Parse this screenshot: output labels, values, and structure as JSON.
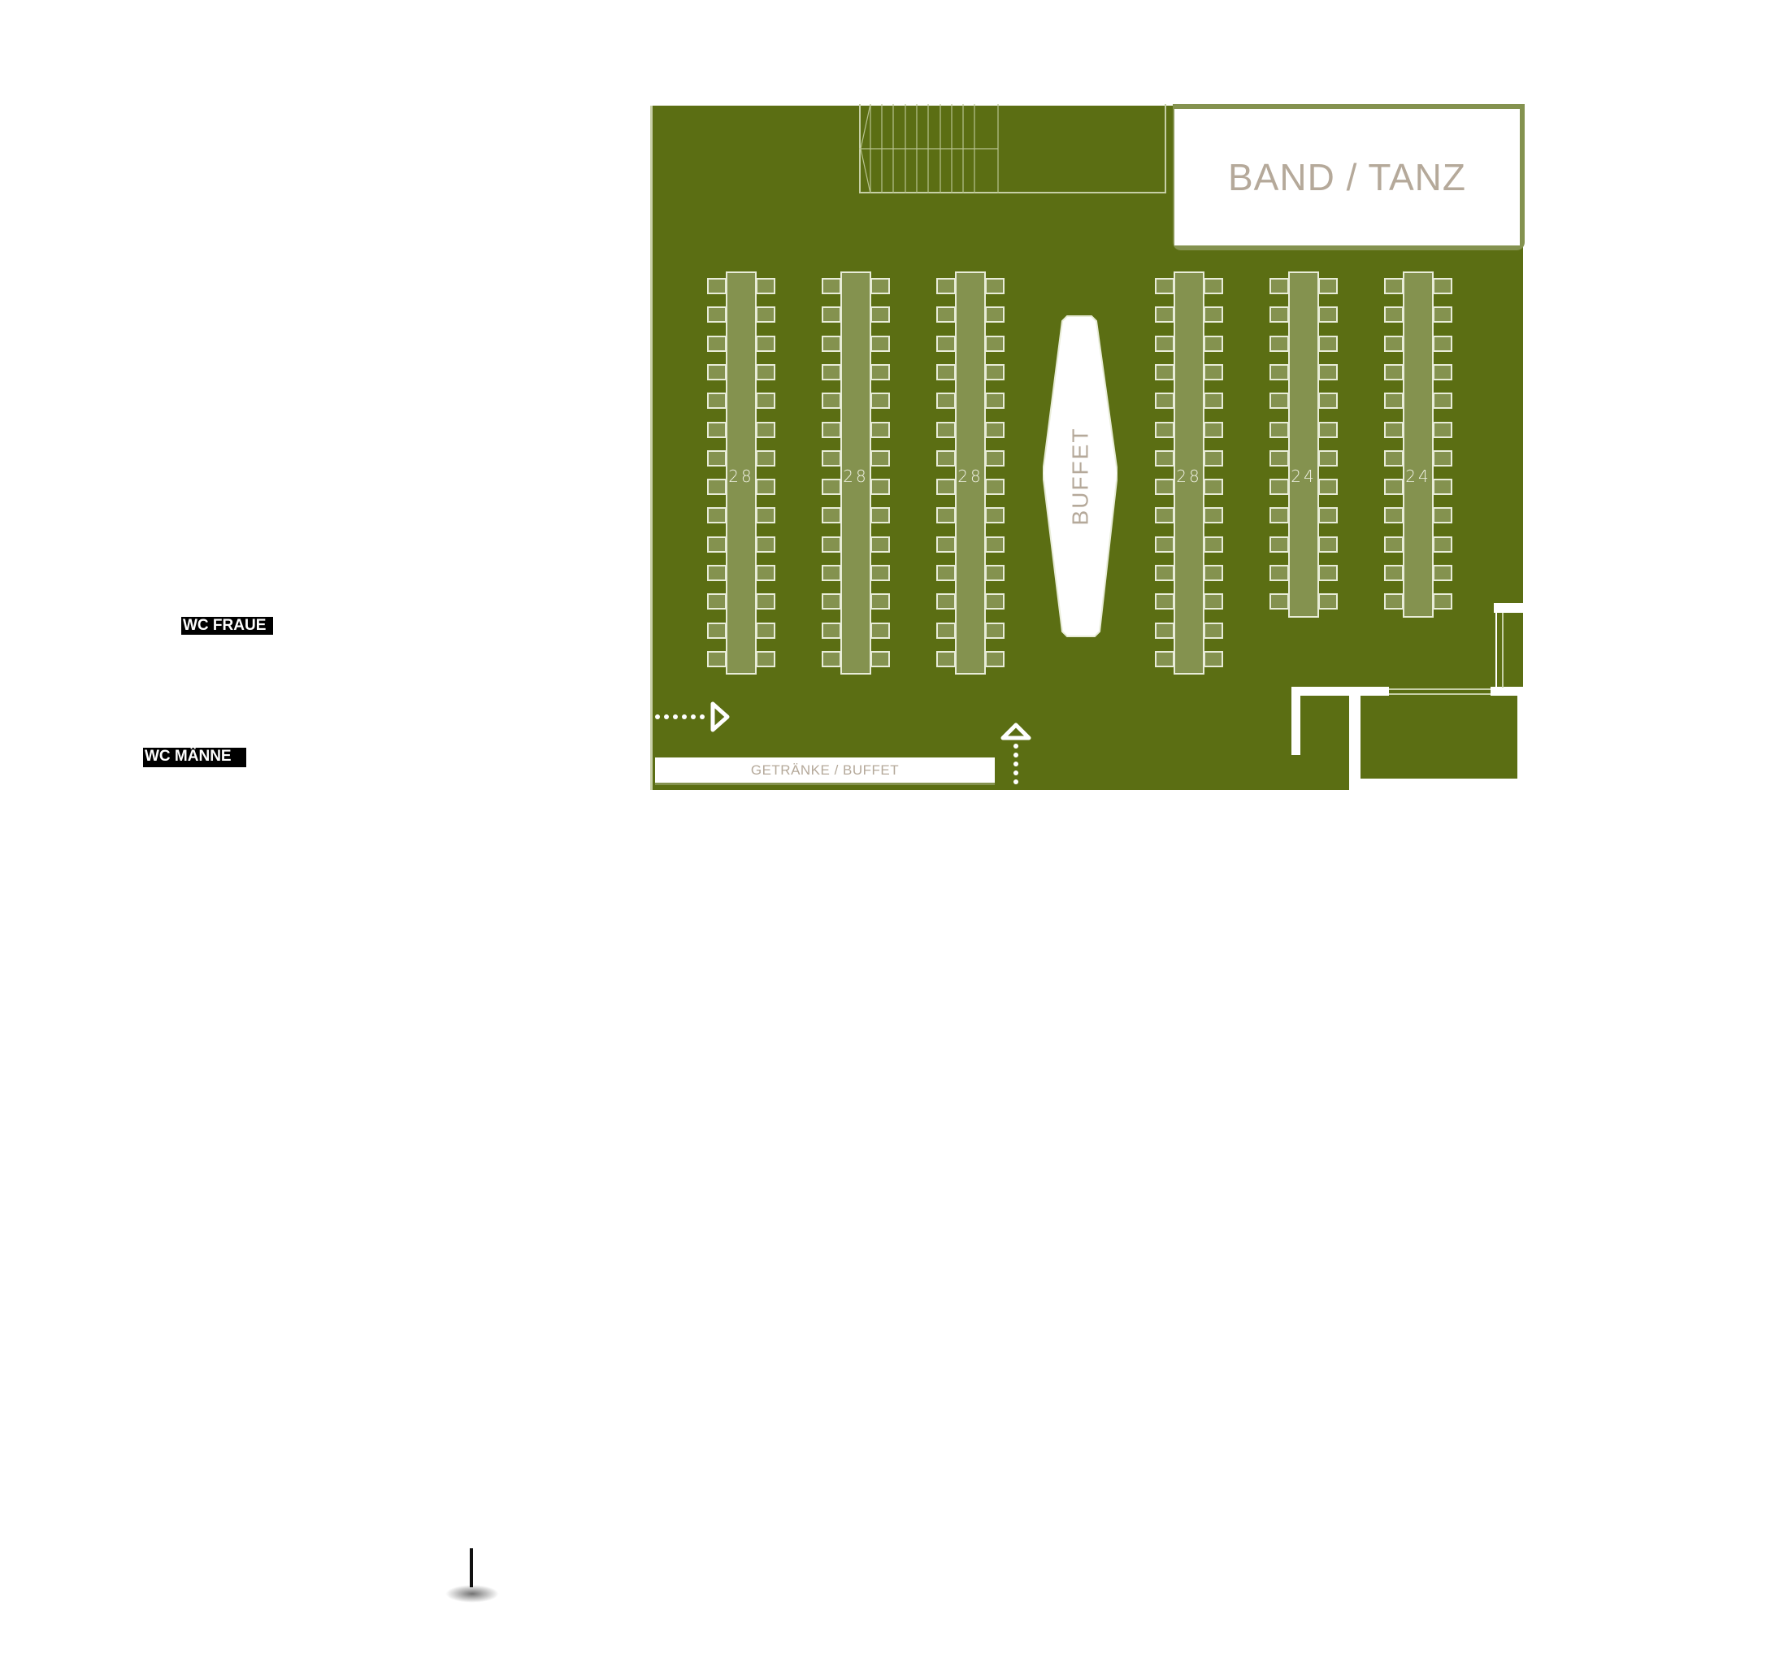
{
  "colors": {
    "floor": "#5b6e13",
    "table": "#84924f",
    "outline": "#e8ecd8",
    "label_text": "#b5a99a",
    "wc_label_bg": "#000000",
    "wc_label_text": "#ffffff"
  },
  "zones": {
    "stage_label": "BAND / TANZ",
    "buffet_label": "BUFFET",
    "bar_label": "GETRÄNKE / BUFFET"
  },
  "tables": [
    {
      "id": 1,
      "seats": "28"
    },
    {
      "id": 2,
      "seats": "28"
    },
    {
      "id": 3,
      "seats": "28"
    },
    {
      "id": 4,
      "seats": "28"
    },
    {
      "id": 5,
      "seats": "24"
    },
    {
      "id": 6,
      "seats": "24"
    }
  ],
  "restrooms": {
    "women": "WC FRAUE",
    "men": "WC MÄNNE"
  },
  "icons": {
    "entrance_arrow_right": "dotted-arrow-right",
    "entrance_arrow_up": "dotted-arrow-up",
    "staircase": "staircase"
  }
}
